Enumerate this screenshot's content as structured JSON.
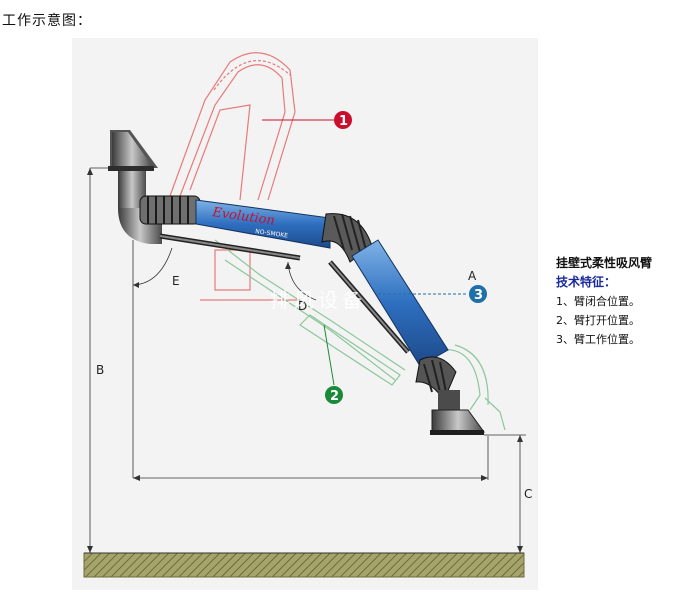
{
  "page": {
    "title": "工作示意图："
  },
  "diagram": {
    "dimensions": {
      "a": "A",
      "b": "B",
      "c": "C",
      "d": "D",
      "e": "E"
    },
    "callouts": [
      "1",
      "2",
      "3"
    ],
    "arm_logo_text": "Evolution",
    "arm_label": "NO-SMOKE",
    "watermark": "排风设备",
    "colors": {
      "arm_blue": "#2e6fc0",
      "callout_red": "#c8102e",
      "callout_green": "#1a8a3a",
      "callout_blue": "#1f6fa8",
      "ghost_red": "#e87a7a",
      "ghost_green": "#8cc79a",
      "ground": "#9b9a5a"
    }
  },
  "legend": {
    "title": "挂壁式柔性吸风臂",
    "subtitle": "技术特征：",
    "items": [
      "1、臂闭合位置。",
      "2、臂打开位置。",
      "3、臂工作位置。"
    ]
  }
}
